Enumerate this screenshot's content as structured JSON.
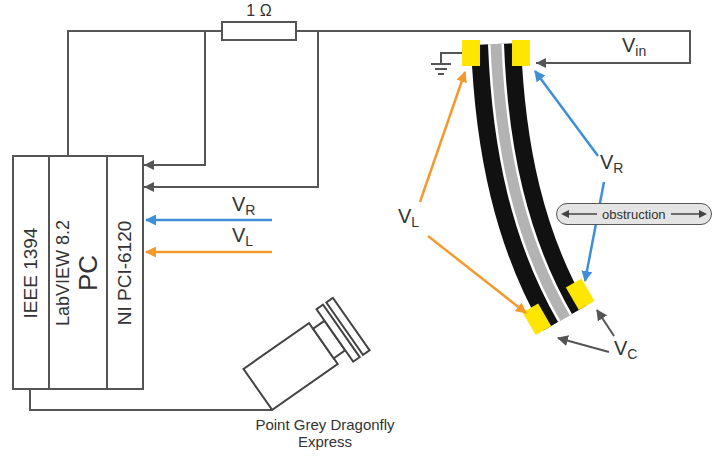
{
  "diagram": {
    "nodes": [
      {
        "text": [
          "IEEE 1394"
        ]
      },
      {
        "text": [
          "LabVIEW 8.2",
          "PC"
        ]
      },
      {
        "text": [
          "NI PCI-6120"
        ]
      },
      {
        "text": [
          "1 Ω"
        ]
      },
      {
        "text": [
          "obstruction"
        ]
      }
    ],
    "edges": [
      {
        "from": 3,
        "to": 2,
        "arrow": "to"
      },
      {
        "from": 3,
        "to": 2,
        "arrow": "to"
      },
      {
        "from": 3,
        "to": 1,
        "arrow": "none"
      }
    ],
    "labels": [
      "Vin",
      "VR",
      "VL",
      "VC",
      "VR",
      "VL",
      "Point Grey Dragonfly Express"
    ]
  }
}
